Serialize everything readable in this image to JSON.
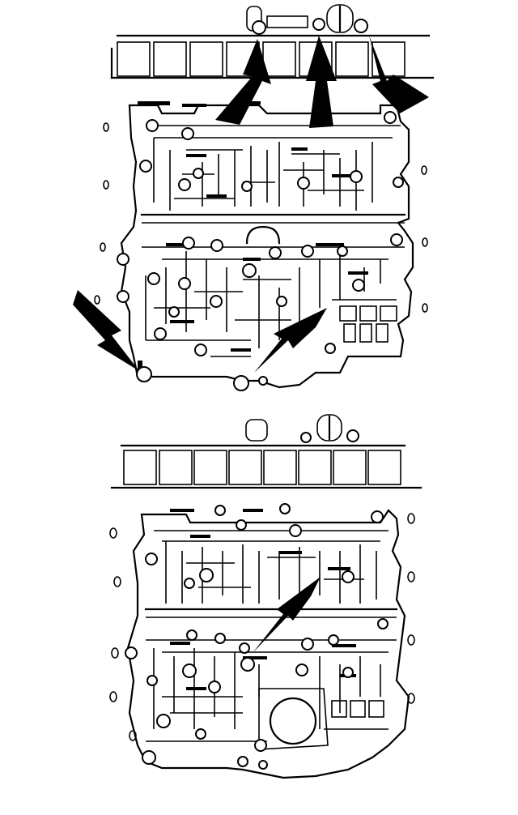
{
  "figure": {
    "views": [
      {
        "id": "view-1",
        "arrows": 5
      },
      {
        "id": "view-2",
        "arrows": 1
      }
    ],
    "colors": {
      "ink": "#000000",
      "paper": "#ffffff"
    }
  }
}
